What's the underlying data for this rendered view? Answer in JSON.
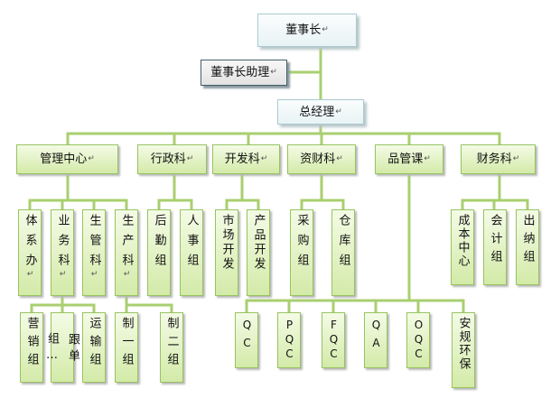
{
  "top": {
    "chairman": "董事长",
    "assistant": "董事长助理",
    "gm": "总经理"
  },
  "departments": {
    "mgmt": "管理中心",
    "admin": "行政科",
    "dev": "开发科",
    "finmat": "资财科",
    "qc": "品管课",
    "finance": "财务科"
  },
  "mgmt_units": {
    "system": "体系办",
    "business": "业务科",
    "prod_mgmt": "生管科",
    "production": "生产科"
  },
  "mgmt_subunits": {
    "sales": "营销组",
    "followup": "跟单组…",
    "transport": "运输组",
    "make1": "制一组",
    "make2": "制二组"
  },
  "admin_units": {
    "logistics": "后勤组",
    "hr": "人事组"
  },
  "dev_units": {
    "market": "市场开发",
    "product": "产品开发"
  },
  "finmat_units": {
    "purchase": "采购组",
    "warehouse": "仓库组"
  },
  "qc_units": {
    "qc": "QC",
    "pqc": "PQC",
    "fqc": "FQC",
    "qa": "QA",
    "oqc": "OQC",
    "safety": "安规环保"
  },
  "finance_units": {
    "cost": "成本中心",
    "accounting": "会计组",
    "cashier": "出纳组"
  },
  "colors": {
    "connector": "#a9cf6f",
    "green_border": "#97c45f",
    "teal_border": "#a9cbd2",
    "dark_border": "#46606a"
  },
  "paragraph_mark": "↵"
}
